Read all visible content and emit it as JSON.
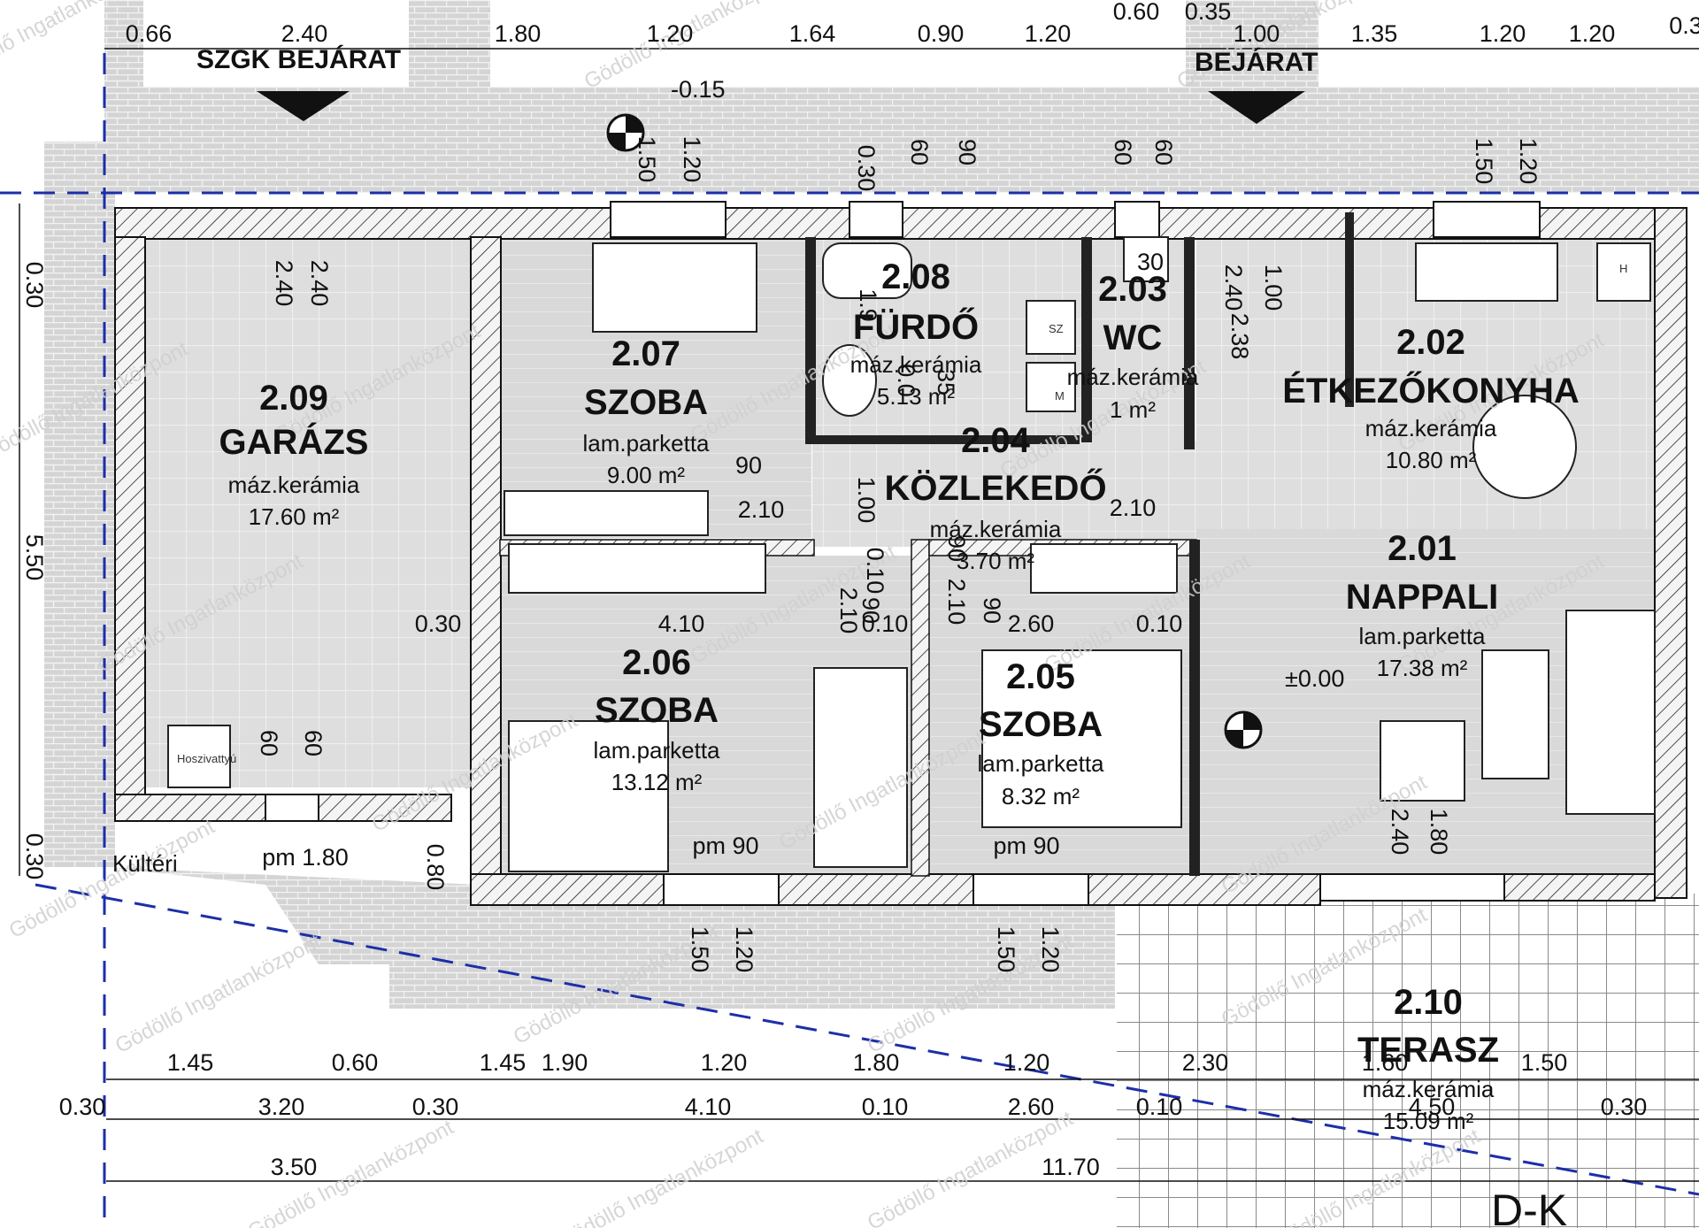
{
  "rooms": [
    {
      "id": "2.09",
      "name": "GARÁZS",
      "floor": "máz.kerámia",
      "area": "17.60 m²"
    },
    {
      "id": "2.07",
      "name": "SZOBA",
      "floor": "lam.parketta",
      "area": "9.00 m²"
    },
    {
      "id": "2.08",
      "name": "FÜRDŐ",
      "floor": "máz.kerámia",
      "area": "5.13 m²"
    },
    {
      "id": "2.03",
      "name": "WC",
      "floor": "máz.kerámia",
      "area": "1 m²"
    },
    {
      "id": "2.02",
      "name": "ÉTKEZŐKONYHA",
      "floor": "máz.kerámia",
      "area": "10.80 m²"
    },
    {
      "id": "2.04",
      "name": "KÖZLEKEDŐ",
      "floor": "máz.kerámia",
      "area": "3.70 m²"
    },
    {
      "id": "2.06",
      "name": "SZOBA",
      "floor": "lam.parketta",
      "area": "13.12 m²"
    },
    {
      "id": "2.05",
      "name": "SZOBA",
      "floor": "lam.parketta",
      "area": "8.32 m²"
    },
    {
      "id": "2.01",
      "name": "NAPPALI",
      "floor": "lam.parketta",
      "area": "17.38 m²"
    },
    {
      "id": "2.10",
      "name": "TERASZ",
      "floor": "máz.kerámia",
      "area": "15.09 m²"
    }
  ],
  "labels": {
    "szgk_entrance": "SZGK BEJÁRAT",
    "entrance": "BEJÁRAT",
    "level_top": "-0.15",
    "level_main": "±0.00",
    "outdoor": "Kültéri",
    "elevator": "Hoszivattyú",
    "section_mark": "D-K",
    "wc_label": "SZ",
    "wc_m": "M",
    "kitchen_h": "H"
  },
  "dimensions": {
    "top": [
      "0.66",
      "2.40",
      "1.80",
      "1.20",
      "1.64",
      "0.90",
      "1.20",
      "0.60",
      "0.35",
      "1.00",
      "1.35",
      "1.20",
      "1.20",
      "0.3"
    ],
    "bottom_row1": [
      "1.45",
      "0.60",
      "1.45",
      "1.90",
      "1.20",
      "1.80",
      "1.20",
      "2.30",
      "1.60",
      "1.50"
    ],
    "bottom_row2": [
      "0.30",
      "3.20",
      "0.30",
      "4.10",
      "0.10",
      "2.60",
      "0.10",
      "4.50",
      "0.30"
    ],
    "bottom_row3": [
      "3.50",
      "11.70"
    ],
    "left": [
      "0.30",
      "5.50",
      "0.30"
    ],
    "interior": [
      "1.50",
      "1.20",
      "0.30",
      "60",
      "90",
      "60",
      "60",
      "1.50",
      "1.20",
      "2.40",
      "2.40",
      "2.40",
      "1.00",
      "2.38",
      "90",
      "2.10",
      "1.00",
      "0.10",
      "2.10",
      "90",
      "2.10",
      "90",
      "90",
      "2.10",
      "0.30",
      "4.10",
      "0.10",
      "2.60",
      "0.10",
      "60",
      "60",
      "pm 1.80",
      "0.80",
      "pm 90",
      "pm 90",
      "1.50",
      "1.20",
      "1.50",
      "1.20",
      "2.40",
      "1.80",
      "1.9",
      "0.0",
      "35",
      "30"
    ]
  },
  "watermark": "Gödöllő Ingatlanközpont"
}
